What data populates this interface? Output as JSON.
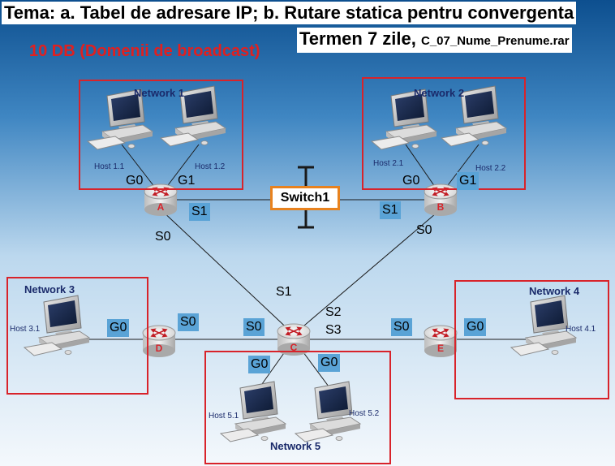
{
  "title_line1": "Tema: a. Tabel de adresare IP; b. Rutare statica pentru convergenta",
  "title_line2_main": "Termen 7 zile,",
  "title_line2_file": "C_07_Nume_Prenume.rar",
  "broadcast_label": "10 DB (Domenii de broadcast)",
  "switch_label": "Switch1",
  "networks": {
    "n1": "Network 1",
    "n2": "Network 2",
    "n3": "Network 3",
    "n4": "Network 4",
    "n5": "Network 5"
  },
  "hosts": {
    "h11": "Host 1.1",
    "h12": "Host 1.2",
    "h21": "Host 2.1",
    "h22": "Host 2.2",
    "h31": "Host 3.1",
    "h41": "Host 4.1",
    "h51": "Host 5.1",
    "h52": "Host 5.2"
  },
  "routers": {
    "a": "A",
    "b": "B",
    "c": "C",
    "d": "D",
    "e": "E"
  },
  "interfaces": {
    "a_g0": "G0",
    "a_g1": "G1",
    "a_s1": "S1",
    "a_s0": "S0",
    "b_g0": "G0",
    "b_g1": "G1",
    "b_s1": "S1",
    "b_s0": "S0",
    "c_s1": "S1",
    "c_s2": "S2",
    "c_s3": "S3",
    "c_s0": "S0",
    "c_g0_left": "G0",
    "c_g0_right": "G0",
    "d_g0": "G0",
    "d_s0": "S0",
    "e_s0": "S0",
    "e_g0": "G0"
  },
  "colors": {
    "sky_top": "#0b5394",
    "sky_mid": "#4a90c8",
    "sky_light": "#d6e8f5",
    "network_border": "#d8232a",
    "switch_border": "#e8821e",
    "interface_highlight": "#5aa3d6"
  }
}
